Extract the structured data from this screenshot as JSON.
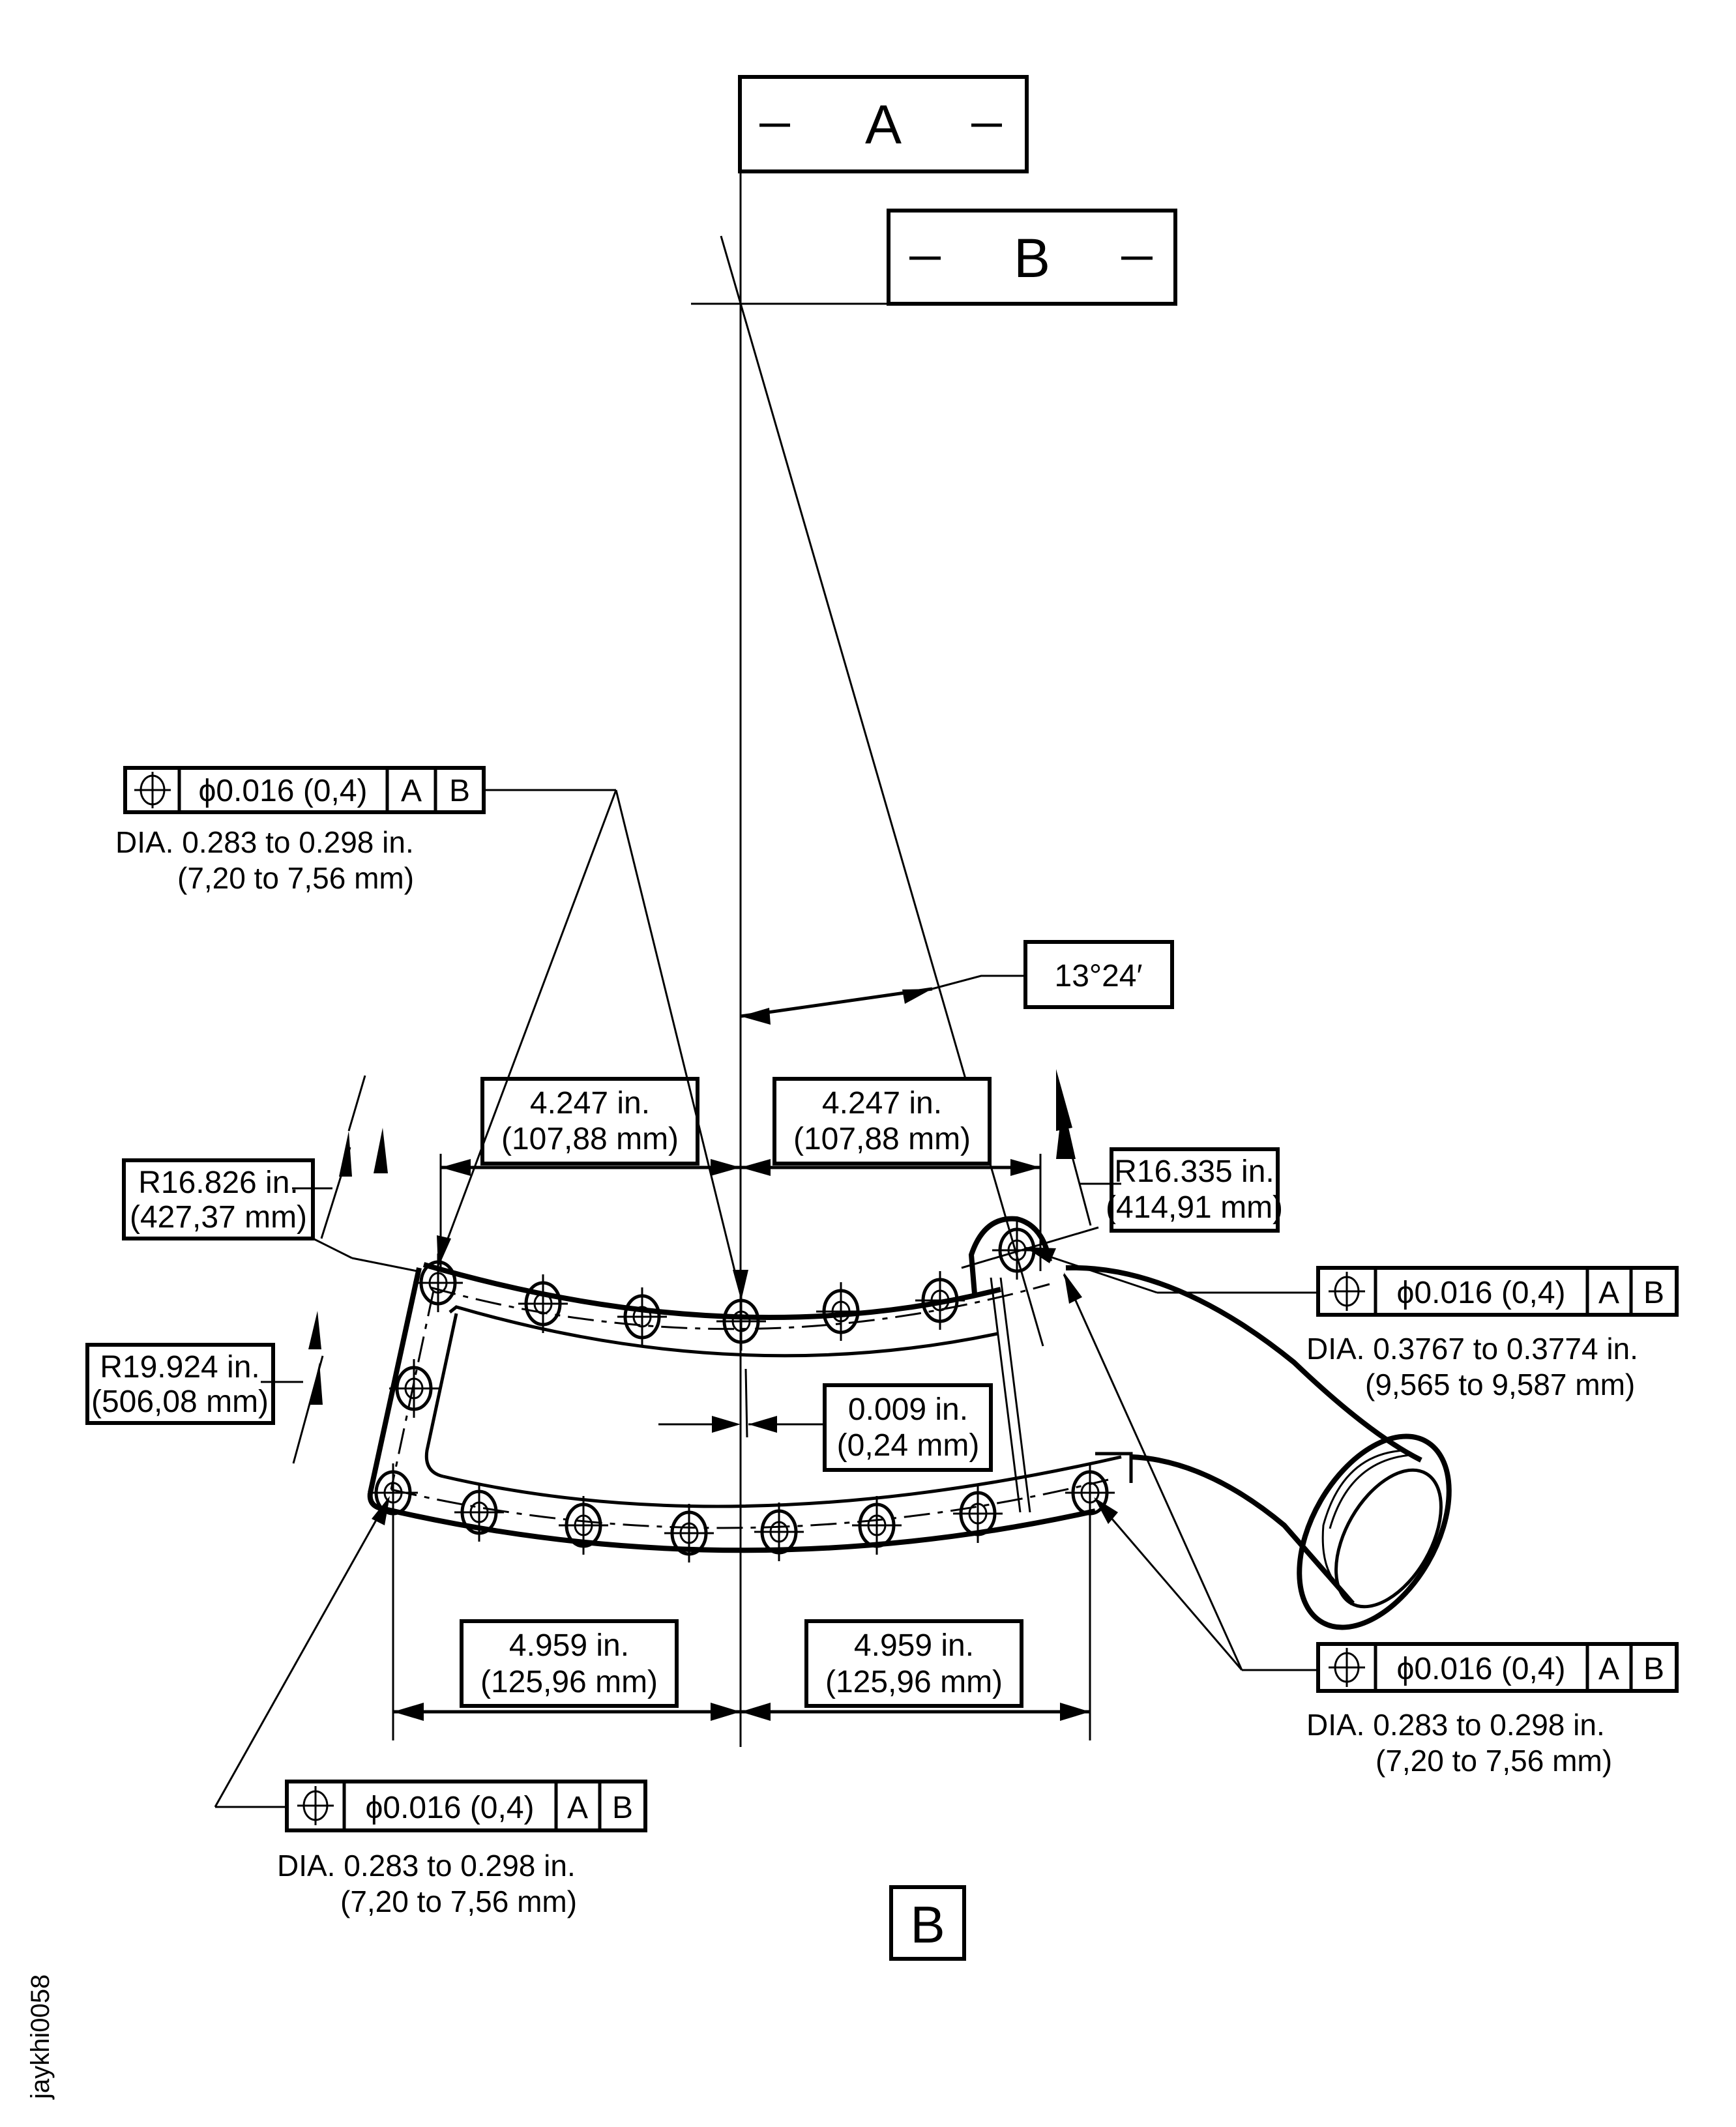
{
  "drawing": {
    "id_label": "jaykhi0058",
    "view_label": "B",
    "datums": [
      {
        "letter": "A",
        "dash": "—"
      },
      {
        "letter": "B",
        "dash": "—"
      }
    ],
    "angle": {
      "value": "13°24′"
    },
    "dimensions": {
      "upper_left": {
        "in": "4.247 in.",
        "mm": "(107,88 mm)"
      },
      "upper_right": {
        "in": "4.247 in.",
        "mm": "(107,88 mm)"
      },
      "lower_left": {
        "in": "4.959 in.",
        "mm": "(125,96 mm)"
      },
      "lower_right": {
        "in": "4.959 in.",
        "mm": "(125,96 mm)"
      },
      "offset": {
        "in": "0.009 in.",
        "mm": "(0,24 mm)"
      }
    },
    "radii": {
      "r1": {
        "in": "R16.826 in.",
        "mm": "(427,37 mm)"
      },
      "r2": {
        "in": "R19.924 in.",
        "mm": "(506,08 mm)"
      },
      "r3": {
        "in": "R16.335 in.",
        "mm": "(414,91 mm)"
      }
    },
    "feature_controls": [
      {
        "symbol": "position-icon",
        "tolerance": "ϕ0.016 (0,4)",
        "datum1": "A",
        "datum2": "B",
        "note_in": "DIA. 0.283 to 0.298 in.",
        "note_mm": "(7,20 to 7,56 mm)"
      },
      {
        "symbol": "position-icon",
        "tolerance": "ϕ0.016 (0,4)",
        "datum1": "A",
        "datum2": "B",
        "note_in": "DIA. 0.3767 to 0.3774 in.",
        "note_mm": "(9,565 to 9,587 mm)"
      },
      {
        "symbol": "position-icon",
        "tolerance": "ϕ0.016 (0,4)",
        "datum1": "A",
        "datum2": "B",
        "note_in": "DIA. 0.283 to 0.298 in.",
        "note_mm": "(7,20 to 7,56 mm)"
      },
      {
        "symbol": "position-icon",
        "tolerance": "ϕ0.016 (0,4)",
        "datum1": "A",
        "datum2": "B",
        "note_in": "DIA. 0.283 to 0.298 in.",
        "note_mm": "(7,20 to 7,56 mm)"
      }
    ]
  }
}
